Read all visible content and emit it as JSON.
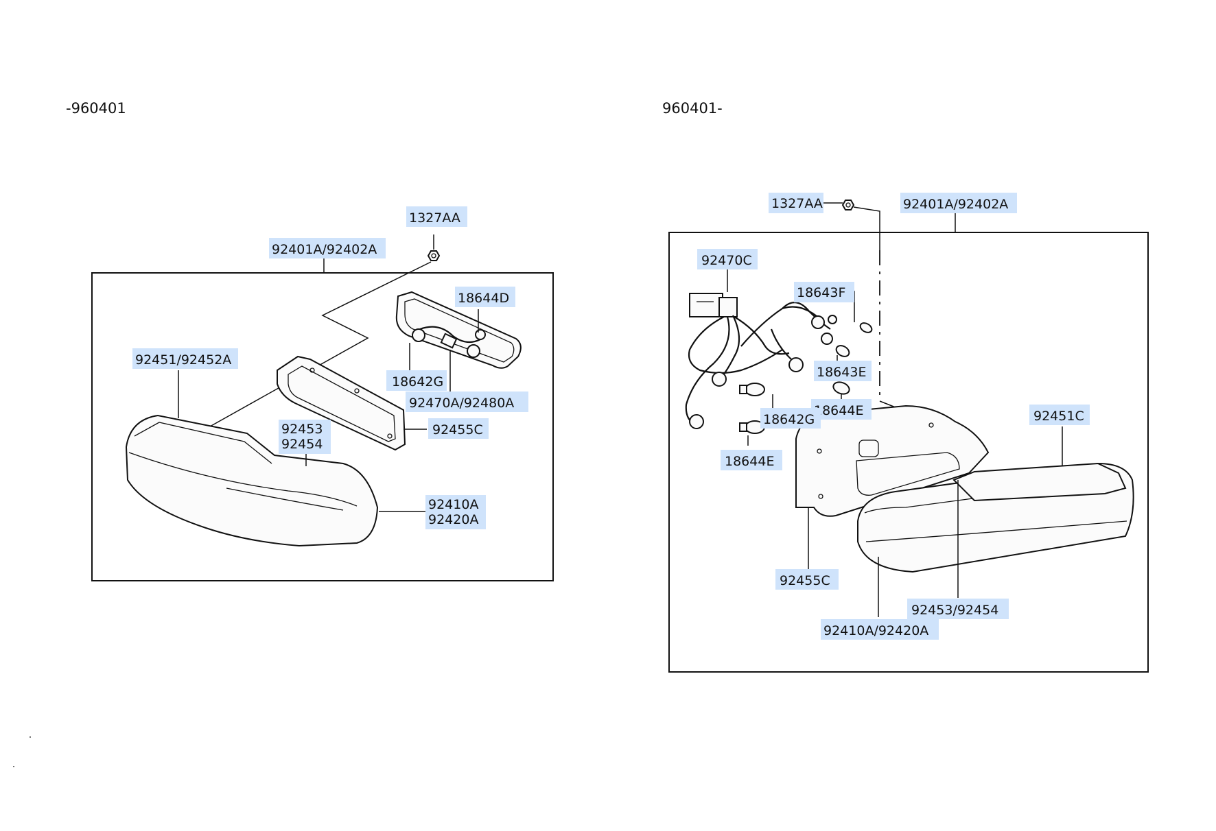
{
  "sections": {
    "left_title": "-960401",
    "right_title": "960401-"
  },
  "left_labels": {
    "nut": "1327AA",
    "assembly": "92401A/92402A",
    "socket_1": "18644D",
    "housing": "92451/92452A",
    "bulb_1": "18642G",
    "harness": "92470A/92480A",
    "packing": "92455C",
    "seal_a": "92453",
    "seal_b": "92454",
    "lens_a": "92410A",
    "lens_b": "92420A"
  },
  "right_labels": {
    "nut": "1327AA",
    "assembly": "92401A/92402A",
    "harness": "92470C",
    "socket_f": "18643F",
    "socket_e": "18643E",
    "bulb_g": "18642G",
    "bulb_e1": "18644E",
    "bulb_e2": "18644E",
    "packing": "92455C",
    "housing": "92451C",
    "seal": "92453/92454",
    "lens": "92410A/92420A"
  },
  "colors": {
    "label_highlight": "#cfe3fb",
    "line": "#111111"
  }
}
